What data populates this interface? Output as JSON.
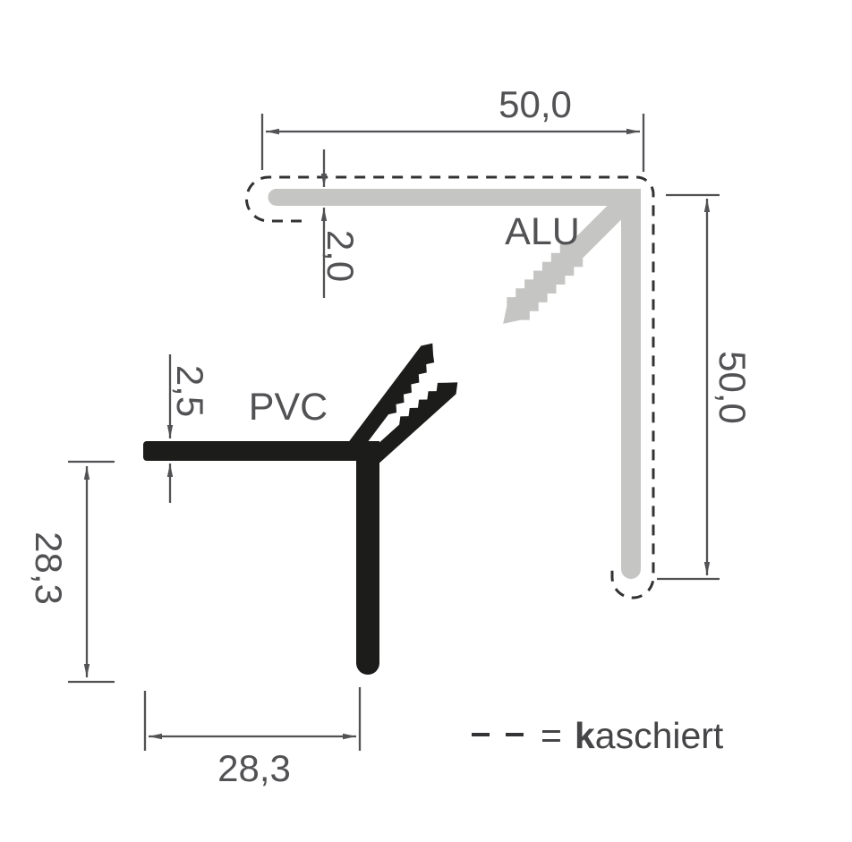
{
  "colors": {
    "background": "#ffffff",
    "alu_fill": "#c5c5c4",
    "pvc_fill": "#1c1c1b",
    "dimension": "#525255",
    "dash_outline": "#333335",
    "legend_text": "#454547"
  },
  "alu": {
    "label": "ALU",
    "width_mm": "50,0",
    "height_mm": "50,0",
    "thickness_mm": "2,0"
  },
  "pvc": {
    "label": "PVC",
    "width_mm": "28,3",
    "height_mm": "28,3",
    "thickness_mm": "2,5"
  },
  "legend": {
    "equals_sign": "=",
    "term_initial": "k",
    "term_rest": "aschiert"
  }
}
